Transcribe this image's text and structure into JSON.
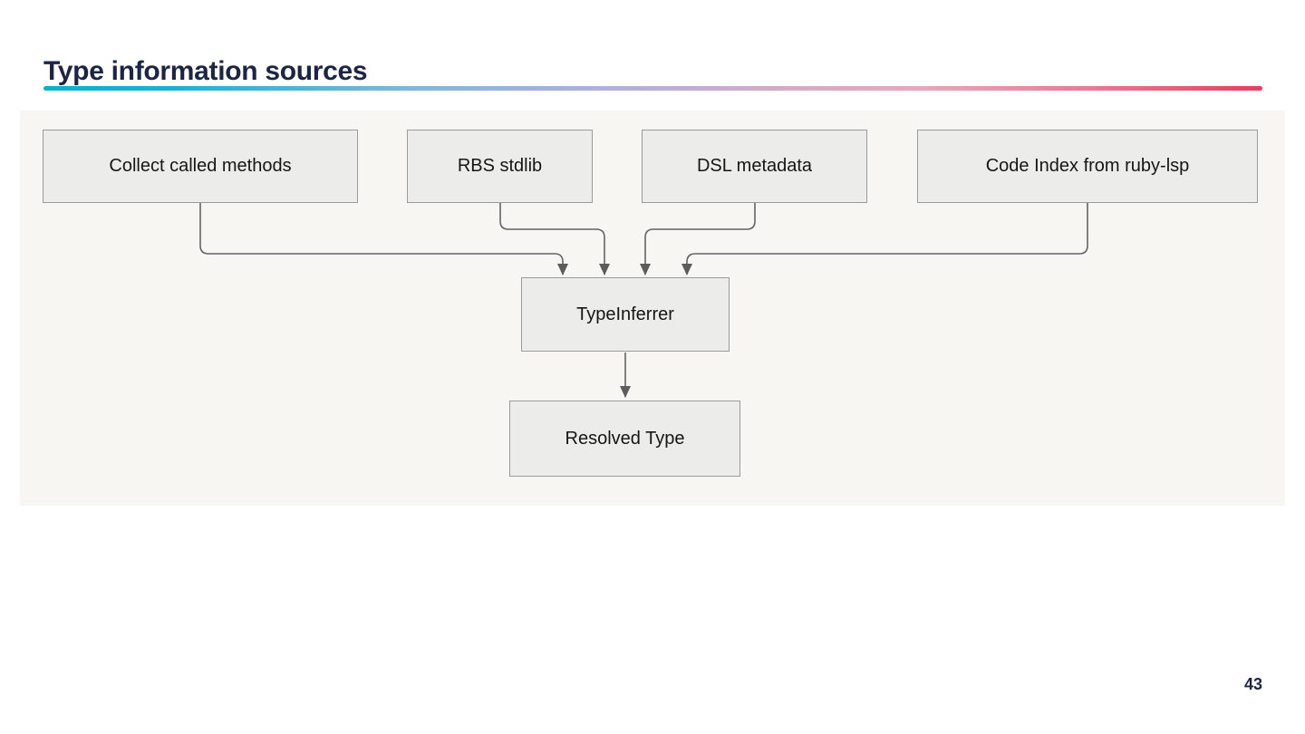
{
  "slide": {
    "title": "Type information sources",
    "page_number": "43"
  },
  "colors": {
    "title_text": "#1a2547",
    "accent_gradient_start": "#06b1d2",
    "accent_gradient_mid": "#abb0e1",
    "accent_gradient_end": "#e3405b",
    "panel_background": "#f7f6f3",
    "node_fill": "#ececeb",
    "node_border": "#9b9b9b",
    "edge_stroke": "#646464",
    "node_text": "#161616"
  },
  "diagram": {
    "nodes": [
      {
        "id": "collect-called-methods",
        "label": "Collect called methods"
      },
      {
        "id": "rbs-stdlib",
        "label": "RBS stdlib"
      },
      {
        "id": "dsl-metadata",
        "label": "DSL metadata"
      },
      {
        "id": "code-index-from-ruby-lsp",
        "label": "Code Index from ruby-lsp"
      },
      {
        "id": "type-inferrer",
        "label": "TypeInferrer"
      },
      {
        "id": "resolved-type",
        "label": "Resolved Type"
      }
    ],
    "edges": [
      {
        "from": "collect-called-methods",
        "to": "type-inferrer"
      },
      {
        "from": "rbs-stdlib",
        "to": "type-inferrer"
      },
      {
        "from": "dsl-metadata",
        "to": "type-inferrer"
      },
      {
        "from": "code-index-from-ruby-lsp",
        "to": "type-inferrer"
      },
      {
        "from": "type-inferrer",
        "to": "resolved-type"
      }
    ]
  }
}
